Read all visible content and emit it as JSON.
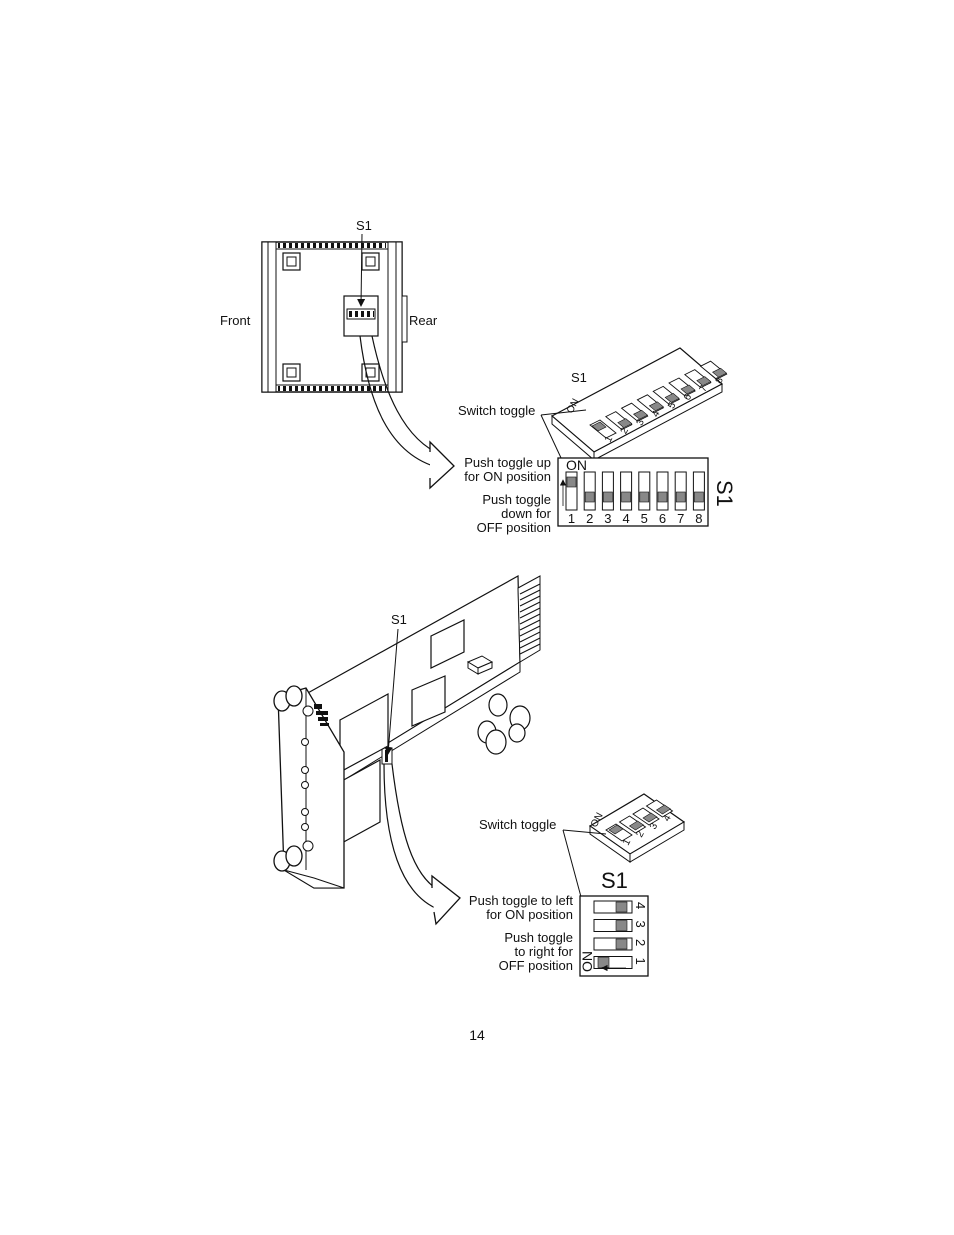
{
  "top_figure": {
    "s1_callout": "S1",
    "front_label": "Front",
    "rear_label": "Rear",
    "iso_s1_label": "S1",
    "switch_toggle_label": "Switch toggle",
    "iso_on": "ON",
    "iso_numbers": [
      "1",
      "2",
      "3",
      "4",
      "5",
      "6",
      "7",
      "8"
    ],
    "push_on_line1": "Push toggle up",
    "push_on_line2": "for ON position",
    "push_off_line1": "Push toggle",
    "push_off_line2": "down for",
    "push_off_line3": "OFF position",
    "switch_on_label": "ON",
    "switch_side_label": "S1",
    "switch_numbers": [
      "1",
      "2",
      "3",
      "4",
      "5",
      "6",
      "7",
      "8"
    ],
    "switch_states": [
      "on",
      "off",
      "off",
      "off",
      "off",
      "off",
      "off",
      "off"
    ]
  },
  "bottom_figure": {
    "s1_callout": "S1",
    "switch_toggle_label": "Switch toggle",
    "iso_on": "ON",
    "iso_numbers": [
      "1",
      "2",
      "3",
      "4"
    ],
    "switch_title": "S1",
    "push_on_line1": "Push toggle to left",
    "push_on_line2": "for ON position",
    "push_off_line1": "Push toggle",
    "push_off_line2": "to right for",
    "push_off_line3": "OFF position",
    "switch_on_label": "ON",
    "switch_numbers": [
      "4",
      "3",
      "2",
      "1"
    ],
    "switch_states": [
      "off",
      "off",
      "off",
      "on"
    ]
  },
  "page_number": "14"
}
